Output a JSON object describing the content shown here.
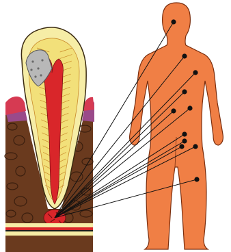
{
  "colors": {
    "background": "#ffffff",
    "body_fill": "#f07f45",
    "body_outline": "#7a2e0e",
    "leader_line": "#111111",
    "marker": "#111111",
    "enamel": "#f6eda6",
    "enamel_outline": "#3a2a10",
    "dentin": "#f2e07a",
    "dentin_lines": "#c98a2a",
    "pulp": "#d9262a",
    "gum": "#d63a52",
    "gum_purple": "#9a4a8a",
    "bone": "#6a3a1e",
    "bone_cells": "#3a1e0e",
    "filling": "#b8b8b8",
    "abscess": "#d9262a"
  },
  "icons": {
    "tooth": "tooth-cross-section-icon",
    "body": "human-silhouette-icon"
  },
  "markers": [
    {
      "id": "head"
    },
    {
      "id": "shoulder"
    },
    {
      "id": "chest"
    },
    {
      "id": "upper-abdomen"
    },
    {
      "id": "stomach"
    },
    {
      "id": "side"
    },
    {
      "id": "kidney"
    },
    {
      "id": "hip"
    },
    {
      "id": "pelvis"
    },
    {
      "id": "groin"
    },
    {
      "id": "thigh"
    }
  ]
}
